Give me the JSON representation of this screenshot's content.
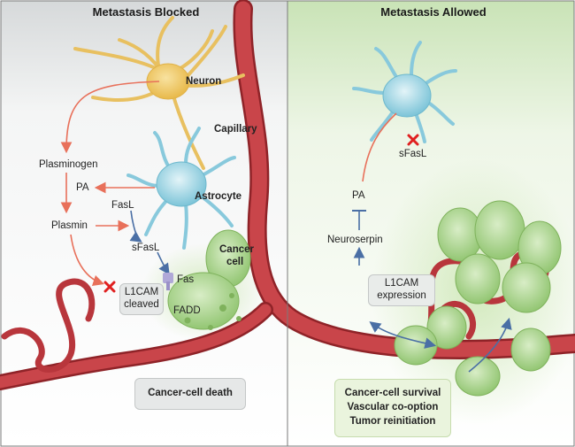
{
  "panels": {
    "left_title": "Metastasis Blocked",
    "right_title": "Metastasis Allowed"
  },
  "labels": {
    "neuron": "Neuron",
    "capillary": "Capillary",
    "plasminogen": "Plasminogen",
    "pa_left": "PA",
    "astrocyte": "Astrocyte",
    "fasl": "FasL",
    "plasmin": "Plasmin",
    "sfasl_left": "sFasL",
    "cancer_cell_1": "Cancer",
    "cancer_cell_2": "cell",
    "fas": "Fas",
    "l1cam_cleaved_1": "L1CAM",
    "l1cam_cleaved_2": "cleaved",
    "fadd": "FADD",
    "sfasl_right": "sFasL",
    "pa_right": "PA",
    "neuroserpin": "Neuroserpin",
    "l1cam_expression_1": "L1CAM",
    "l1cam_expression_2": "expression"
  },
  "outcomes": {
    "left": "Cancer-cell death",
    "right_1": "Cancer-cell survival",
    "right_2": "Vascular co-option",
    "right_3": "Tumor reinitiation"
  },
  "colors": {
    "activation_arrow": "#e8705a",
    "signal_arrow": "#4a6fa5",
    "vessel": "#c0383e",
    "neuron": "#f0c75e",
    "astrocyte": "#8fd0e0",
    "cancer_cell": "#a9d48a",
    "block_mark": "#e02020"
  }
}
